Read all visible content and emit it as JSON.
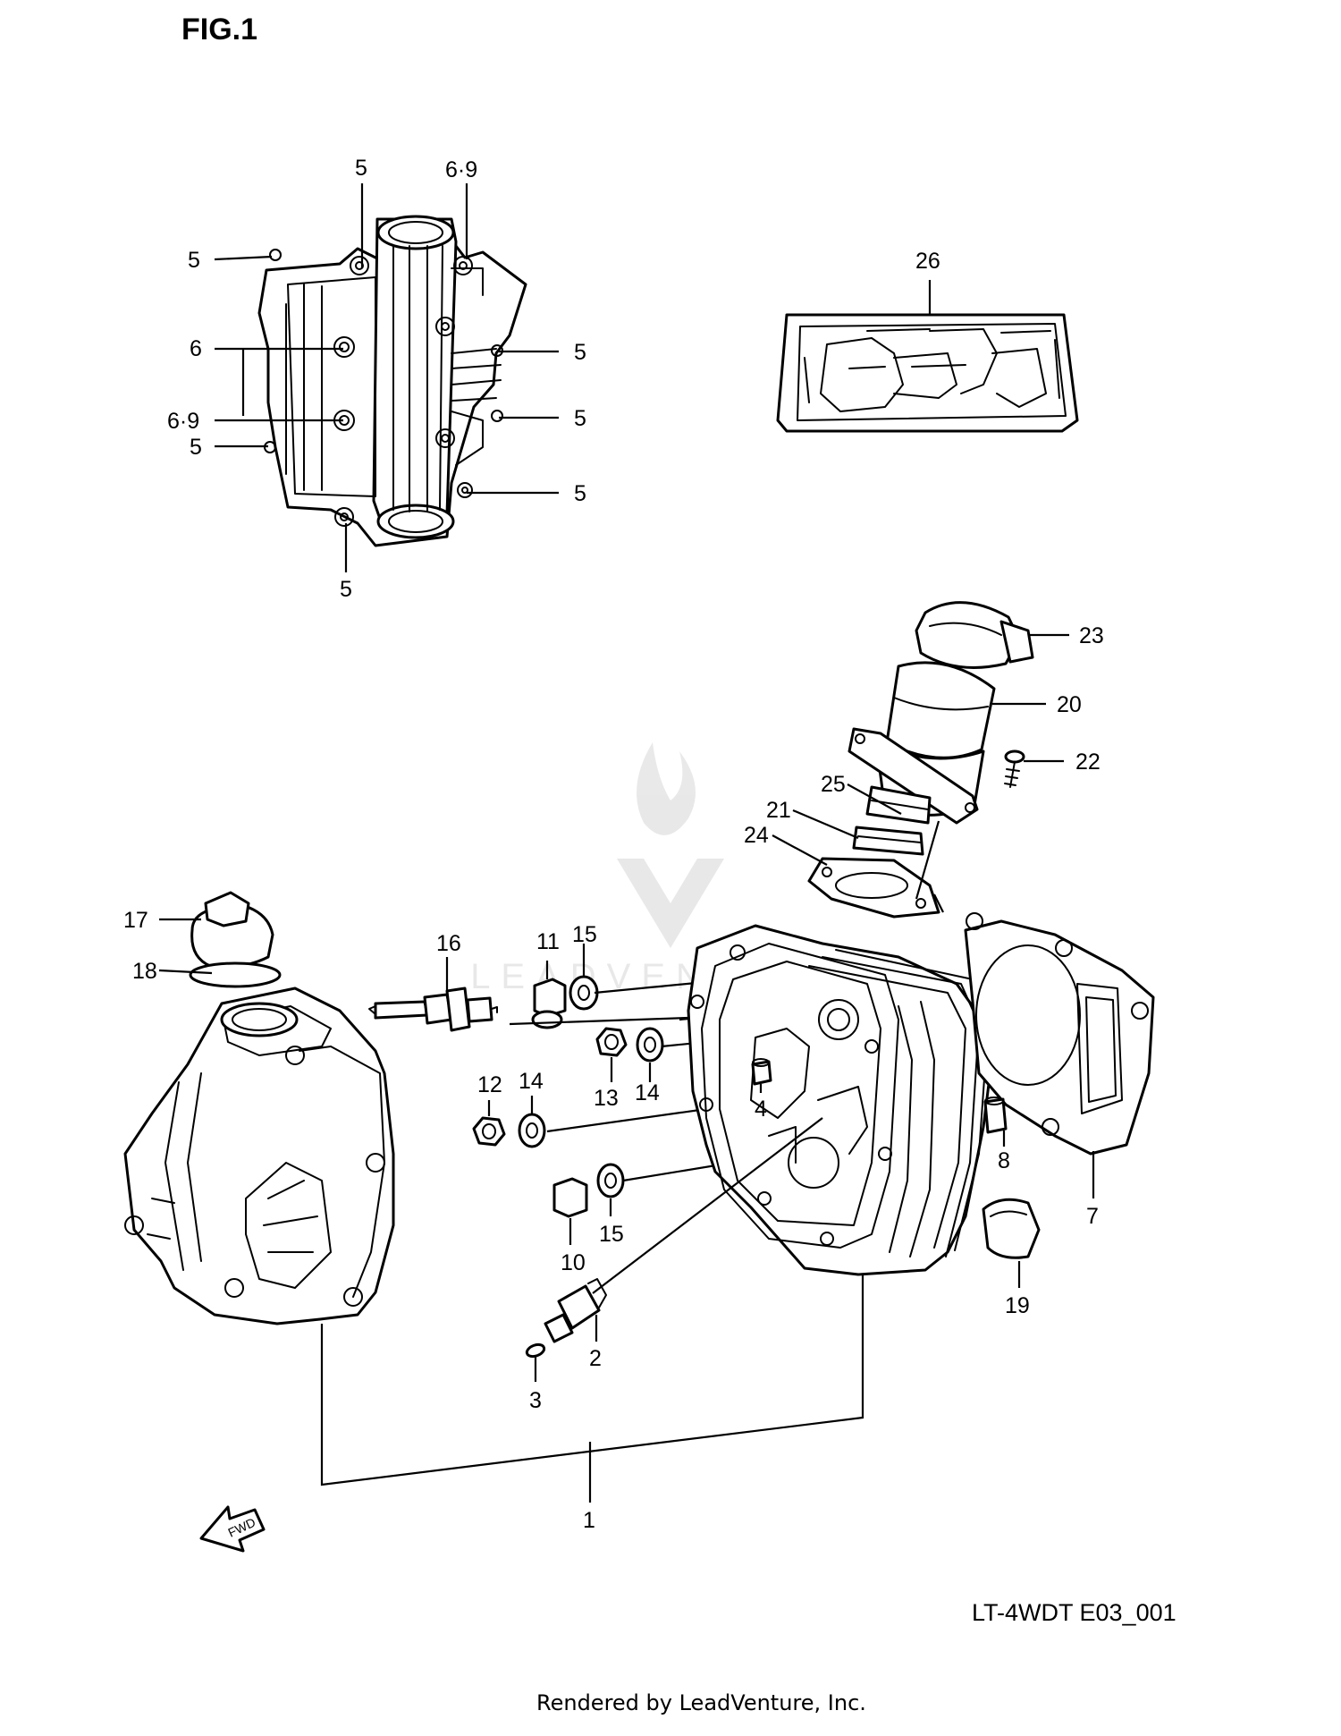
{
  "figure_title": "FIG.1",
  "diagram_code": "LT-4WDT E03_001",
  "footer": "Rendered by LeadVenture, Inc.",
  "watermark": "LEADVENTURE",
  "fwd_arrow_text": "FWD",
  "callouts": [
    "5",
    "6·9",
    "5",
    "6",
    "6·9",
    "5",
    "5",
    "5",
    "5",
    "5",
    "26",
    "23",
    "20",
    "22",
    "25",
    "21",
    "24",
    "17",
    "18",
    "16",
    "11",
    "15",
    "12",
    "14",
    "13",
    "14",
    "4",
    "10",
    "15",
    "8",
    "7",
    "19",
    "2",
    "3",
    "1"
  ]
}
